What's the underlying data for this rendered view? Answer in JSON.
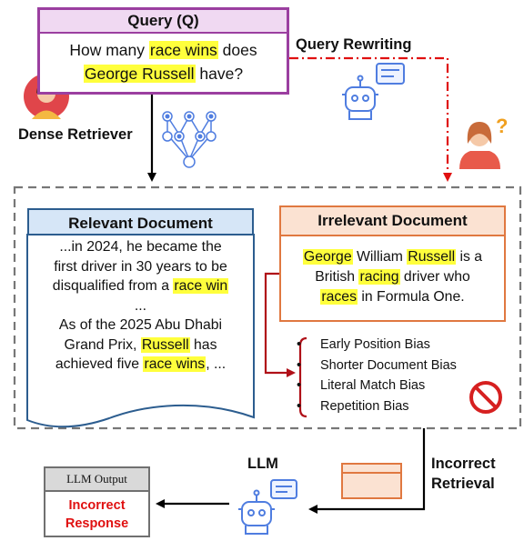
{
  "query": {
    "title": "Query (Q)",
    "line1_pre": "How many ",
    "line1_hl": "race wins",
    "line1_post": " does",
    "line2_hl": "George Russell",
    "line2_post": " have?"
  },
  "labels": {
    "query_rewriting": "Query Rewriting",
    "dense_retriever": "Dense Retriever",
    "llm": "LLM",
    "incorrect_retrieval_1": "Incorrect",
    "incorrect_retrieval_2": "Retrieval"
  },
  "relevant_doc": {
    "title": "Relevant Document",
    "l1": "...in 2024, he became the",
    "l2": "first driver in 30 years to be",
    "l3_pre": "disqualified from a ",
    "l3_hl": "race win",
    "l4": "...",
    "l5": "As of the 2025 Abu Dhabi",
    "l6_pre": "Grand Prix, ",
    "l6_hl": "Russell",
    "l6_post": " has",
    "l7_pre": "achieved five ",
    "l7_hl": "race wins",
    "l7_post": ", ..."
  },
  "irrelevant_doc": {
    "title": "Irrelevant Document",
    "l1_hl1": "George",
    "l1_mid": " William ",
    "l1_hl2": "Russell",
    "l1_post": " is a",
    "l2_pre": "British ",
    "l2_hl": "racing",
    "l2_post": " driver who",
    "l3_hl": "races",
    "l3_post": " in Formula One."
  },
  "biases": [
    "Early Position Bias",
    "Shorter Document Bias",
    "Literal Match Bias",
    "Repetition Bias"
  ],
  "llm_output": {
    "title": "LLM Output",
    "line1": "Incorrect",
    "line2": "Response"
  },
  "colors": {
    "query_border": "#9b3fa0",
    "relevant_border": "#2c5d8f",
    "irrelevant_border": "#e07840",
    "rewrite_arrow": "#e01010",
    "bias_bracket": "#c0101a",
    "highlight": "#ffff3c",
    "icon_blue": "#4f7de0"
  }
}
